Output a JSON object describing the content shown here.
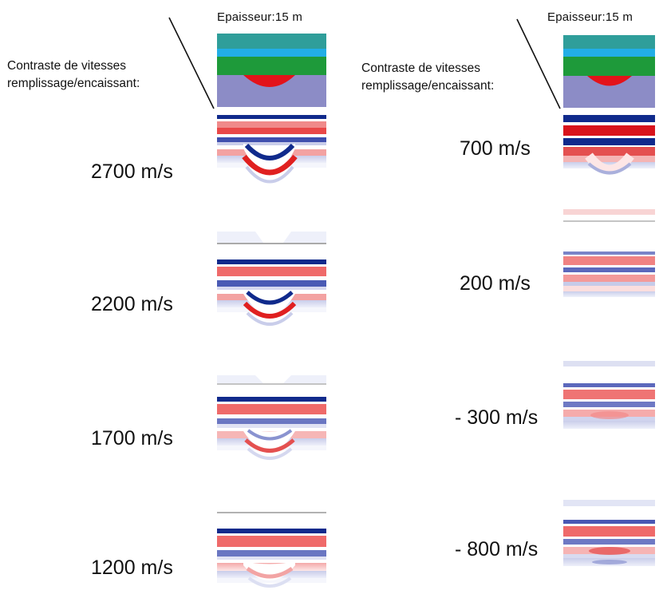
{
  "left_column": {
    "thickness_label": "Epaisseur:15 m",
    "intro_line1": "Contraste de vitesses",
    "intro_line2": "remplissage/encaissant:",
    "velocity_labels": [
      "2700 m/s",
      "2200 m/s",
      "1700 m/s",
      "1200 m/s"
    ]
  },
  "right_column": {
    "thickness_label": "Epaisseur:15 m",
    "intro_line1": "Contraste de vitesses",
    "intro_line2": "remplissage/encaissant:",
    "velocity_labels": [
      "700 m/s",
      "200 m/s",
      "- 300 m/s",
      "- 800 m/s"
    ]
  },
  "colors": {
    "top_layer": "#2f9e9a",
    "light_blue_layer": "#22aee6",
    "green_layer": "#1e9a3a",
    "basement": "#8c8cc6",
    "fill_body": "#e3131a",
    "positive_reflection": "#e02020",
    "negative_reflection": "#102a8c"
  }
}
